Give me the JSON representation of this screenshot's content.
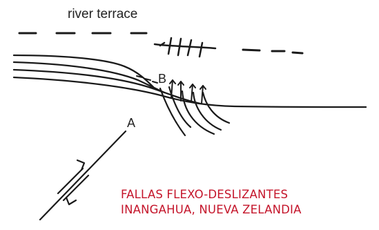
{
  "labels": {
    "terrace": "river terrace",
    "point_a": "A",
    "point_b": "B"
  },
  "caption": {
    "line1": "FALLAS FLEXO-DESLIZANTES",
    "line2": "INANGAHUA, NUEVA ZELANDIA",
    "color": "#c4142a"
  },
  "colors": {
    "ink": "#1a1a1a",
    "background": "#ffffff"
  }
}
